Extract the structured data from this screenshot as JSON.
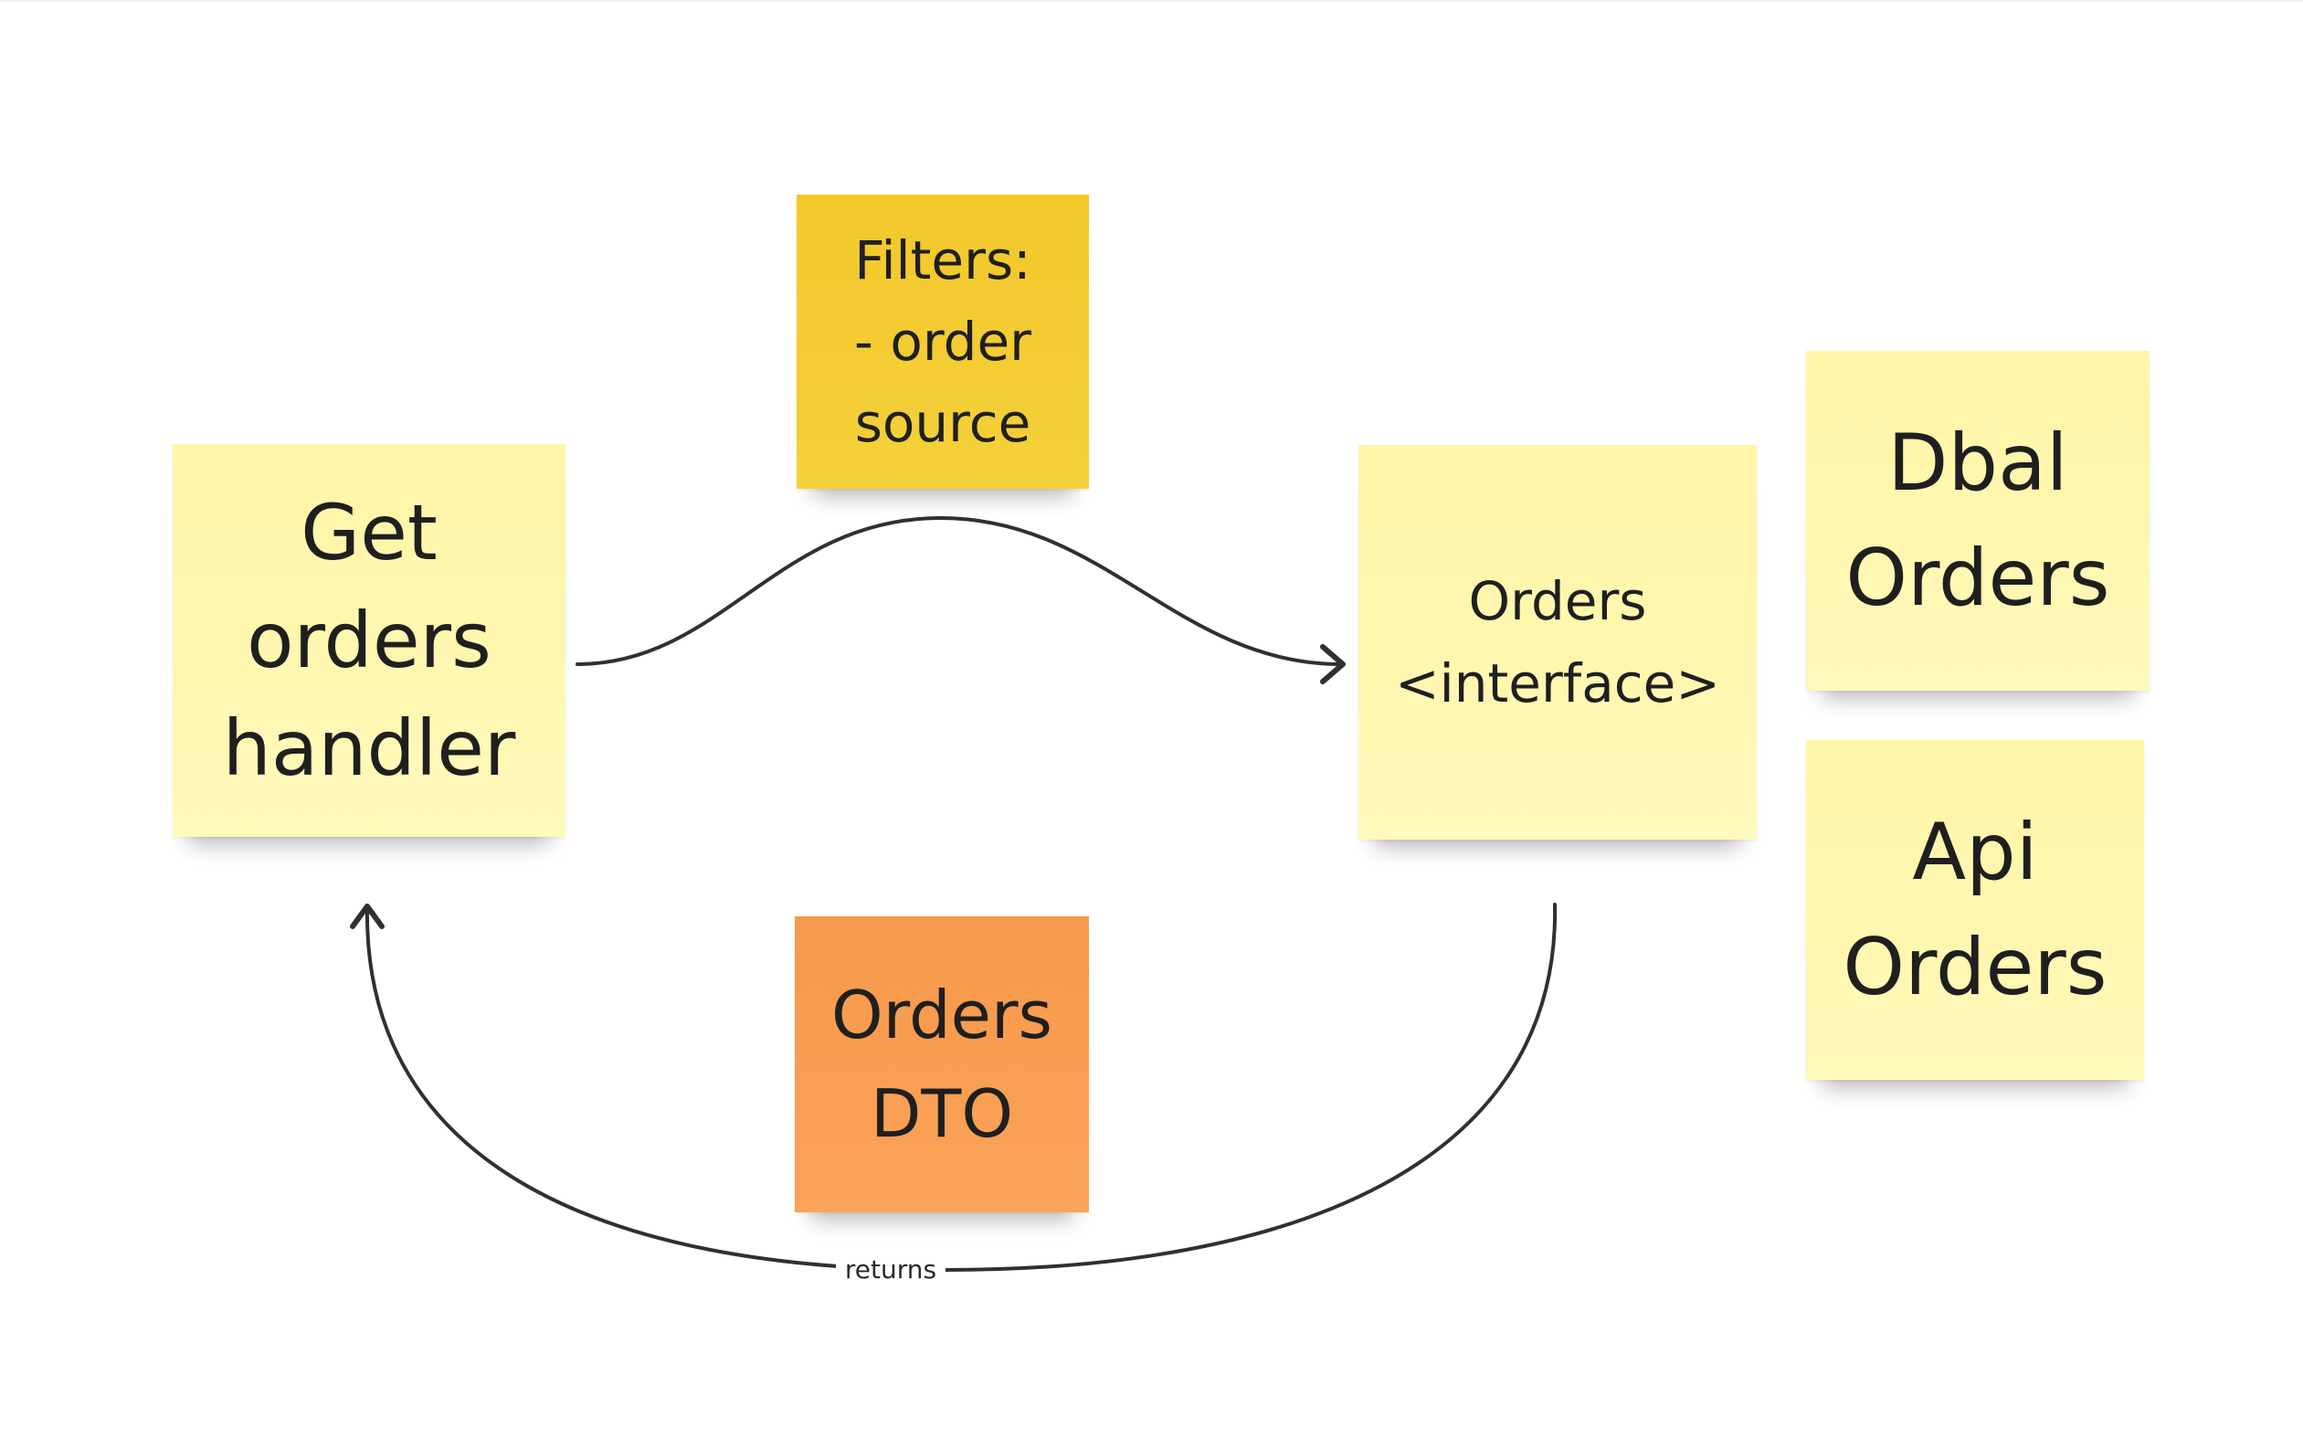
{
  "diagram": {
    "nodes": [
      {
        "id": "handler",
        "label": "Get\norders\nhandler",
        "color": "#fff7b0"
      },
      {
        "id": "filters",
        "label": "Filters:\n- order\nsource",
        "color": "#f4cc33"
      },
      {
        "id": "interface",
        "label": "Orders\n<interface>",
        "color": "#fff7b0"
      },
      {
        "id": "dbal",
        "label": "Dbal\nOrders",
        "color": "#fff7b0"
      },
      {
        "id": "api",
        "label": "Api\nOrders",
        "color": "#fff7b0"
      },
      {
        "id": "dto",
        "label": "Orders\nDTO",
        "color": "#f99e52"
      }
    ],
    "edges": [
      {
        "from": "handler",
        "to": "interface",
        "label": ""
      },
      {
        "from": "interface",
        "to": "handler",
        "label": "returns"
      }
    ]
  }
}
